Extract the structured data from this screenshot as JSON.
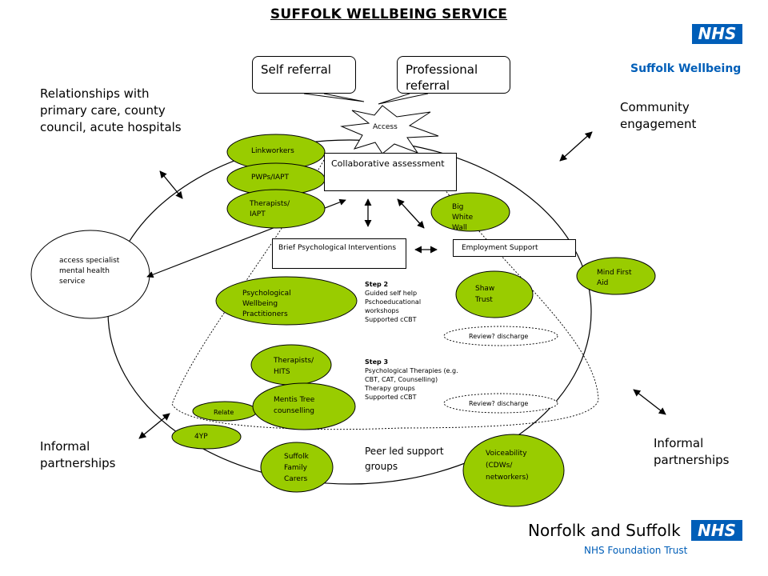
{
  "title": "SUFFOLK WELLBEING SERVICE",
  "logos": {
    "top_nhs": "NHS",
    "top_brand": "Suffolk Wellbeing",
    "bottom_org": "Norfolk and Suffolk",
    "bottom_nhs": "NHS",
    "bottom_trust": "NHS Foundation Trust",
    "brand_color": "#005EB8"
  },
  "referrals": {
    "self": "Self referral",
    "professional": "Professional referral"
  },
  "access": "Access",
  "collaborative_assessment": "Collaborative assessment",
  "brief_interventions": "Brief Psychological Interventions",
  "employment_support": "Employment Support",
  "outer_labels": {
    "relationships": "Relationships with primary care, county council, acute hospitals",
    "community": "Community engagement",
    "informal_left": "Informal partnerships",
    "informal_right": "Informal partnerships"
  },
  "access_specialist": "access specialist mental health service",
  "nodes": {
    "linkworkers": "Linkworkers",
    "pwps": "PWPs/IAPT",
    "therapists_iapt": "Therapists/ IAPT",
    "big_white_wall": "Big White Wall",
    "mind": "Mind First Aid",
    "shaw": "Shaw Trust",
    "pwp": "Psychological Wellbeing Practitioners",
    "therapists_hits": "Therapists/ HITS",
    "mentis": "Mentis Tree counselling",
    "relate": "Relate",
    "fouryp": "4YP",
    "family_carers": "Suffolk Family Carers",
    "voiceability": "Voiceability (CDWs/ networkers)"
  },
  "step2": {
    "heading": "Step 2",
    "lines": [
      "Guided self help",
      "Pschoeducational workshops",
      "Supported cCBT"
    ]
  },
  "step3": {
    "heading": "Step 3",
    "lines": [
      "Psychological Therapies (e.g. CBT, CAT, Counselling)",
      "Therapy groups",
      "Supported cCBT"
    ]
  },
  "review1": "Review? discharge",
  "review2": "Review? discharge",
  "peer_led": "Peer led support groups",
  "colors": {
    "node_fill": "#99CC00",
    "stroke": "#000000"
  }
}
